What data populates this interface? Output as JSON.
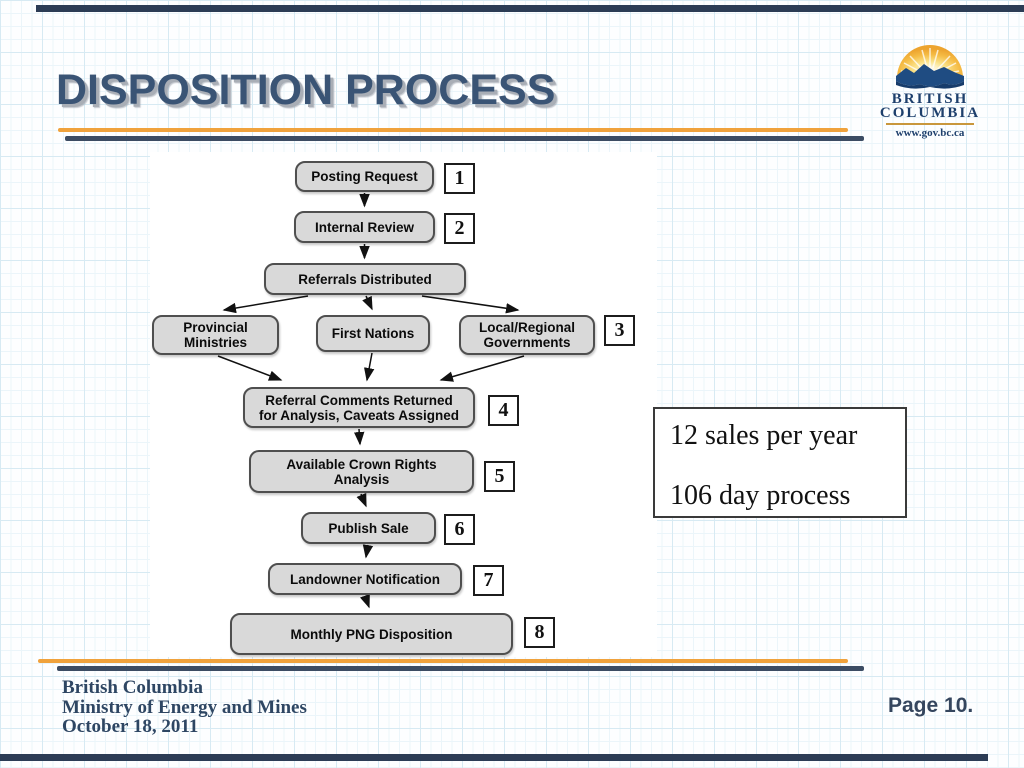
{
  "slide": {
    "title": "DISPOSITION PROCESS",
    "page_label": "Page 10."
  },
  "header_logo": {
    "name_line1": "BRITISH",
    "name_line2": "COLUMBIA",
    "website": "www.gov.bc.ca"
  },
  "flowchart": {
    "nodes": [
      {
        "label": "Posting Request"
      },
      {
        "label": "Internal Review"
      },
      {
        "label": "Referrals Distributed"
      },
      {
        "label": "Provincial Ministries"
      },
      {
        "label": "First Nations"
      },
      {
        "label": "Local/Regional Governments"
      },
      {
        "label": "Referral Comments Returned for Analysis, Caveats Assigned"
      },
      {
        "label": "Available Crown Rights Analysis"
      },
      {
        "label": "Publish Sale"
      },
      {
        "label": "Landowner Notification"
      },
      {
        "label": "Monthly PNG Disposition"
      }
    ],
    "step_numbers": [
      "1",
      "2",
      "3",
      "4",
      "5",
      "6",
      "7",
      "8"
    ]
  },
  "callout": {
    "line1": "12 sales per year",
    "line2": "106 day process"
  },
  "footer": {
    "line1": "British Columbia",
    "line2": "Ministry of Energy and Mines",
    "line3": "October 18, 2011"
  },
  "colors": {
    "accent_orange": "#F0A23C",
    "slate_navy": "#3C4C63",
    "title_blue": "#3A5475",
    "node_fill": "#D9D9D9",
    "node_border": "#4F4F4F",
    "logo_navy": "#1D3F6C",
    "sun_gold": "#F0A92F",
    "mountain_navy": "#1F4C82"
  }
}
